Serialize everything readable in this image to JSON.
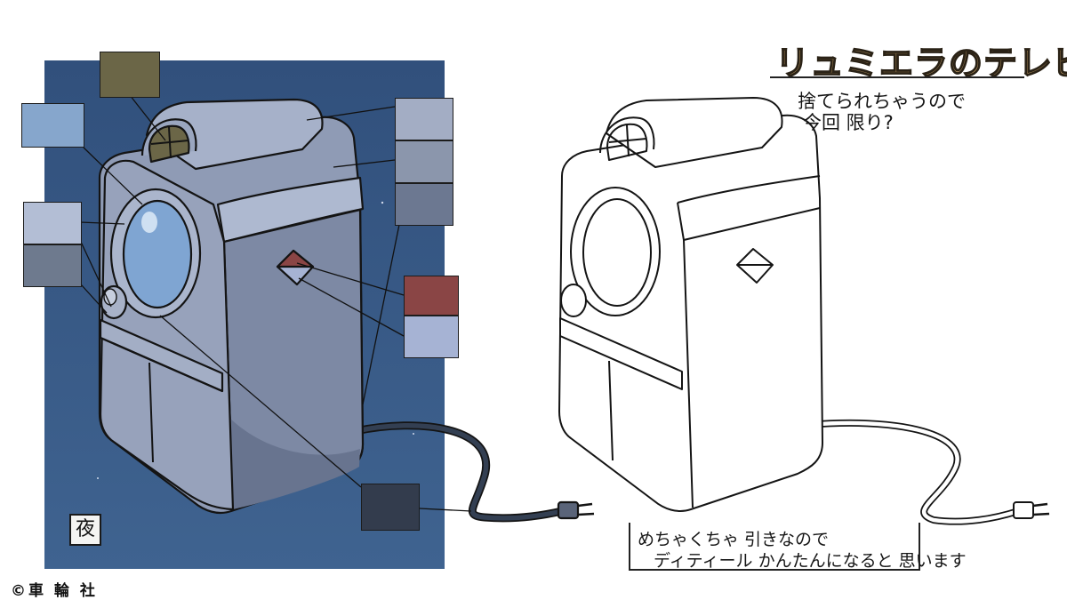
{
  "title": "リュミエラのテレビ",
  "notes": {
    "top_line1": "捨てられちゃうので",
    "top_line2": "今回 限り?",
    "bottom_line1": "めちゃくちゃ 引きなので",
    "bottom_line2": "ディティール かんたんになると 思います"
  },
  "night_stamp": "夜",
  "copyright": "©車 輪 社",
  "colors": {
    "night_background": "#3a5a85",
    "tv_body": "#8f9bb5",
    "tv_highlight": "#b6c0d6",
    "tv_shadow": "#6d7a96",
    "screen": "#7fa5d2",
    "cord": "#333f52"
  },
  "palette_swatches": [
    {
      "id": "grille",
      "color": "#6b6647"
    },
    {
      "id": "screen-rim-highlight",
      "color": "#86a6cc"
    },
    {
      "id": "top-light",
      "color": "#a3adc4"
    },
    {
      "id": "body-mid",
      "color": "#8b96ac"
    },
    {
      "id": "body-shadow",
      "color": "#6c7891"
    },
    {
      "id": "side-light",
      "color": "#b3bed5"
    },
    {
      "id": "side-shadow",
      "color": "#6e7a8e"
    },
    {
      "id": "emblem-red",
      "color": "#8a4545"
    },
    {
      "id": "emblem-light",
      "color": "#a6b3d4"
    },
    {
      "id": "cord-dark",
      "color": "#333c4d"
    }
  ]
}
